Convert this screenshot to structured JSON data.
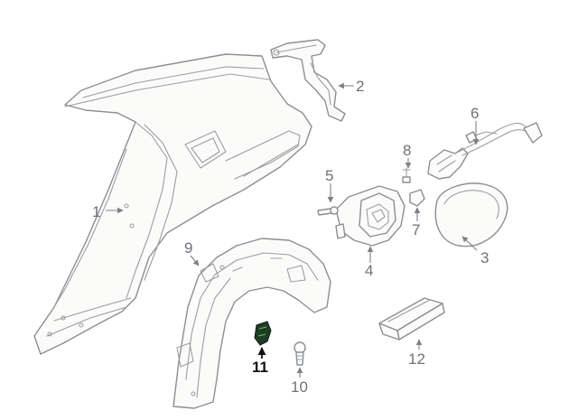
{
  "callouts": [
    {
      "id": "1",
      "text": "1"
    },
    {
      "id": "2",
      "text": "2"
    },
    {
      "id": "3",
      "text": "3"
    },
    {
      "id": "4",
      "text": "4"
    },
    {
      "id": "5",
      "text": "5"
    },
    {
      "id": "6",
      "text": "6"
    },
    {
      "id": "7",
      "text": "7"
    },
    {
      "id": "8",
      "text": "8"
    },
    {
      "id": "9",
      "text": "9"
    },
    {
      "id": "10",
      "text": "10"
    },
    {
      "id": "11",
      "text": "11",
      "highlighted": true
    },
    {
      "id": "12",
      "text": "12"
    }
  ],
  "colors": {
    "line": "#8b8f94",
    "label": "#6e7277",
    "highlight_part": "#1f3d25",
    "highlight_label": "#111111"
  }
}
